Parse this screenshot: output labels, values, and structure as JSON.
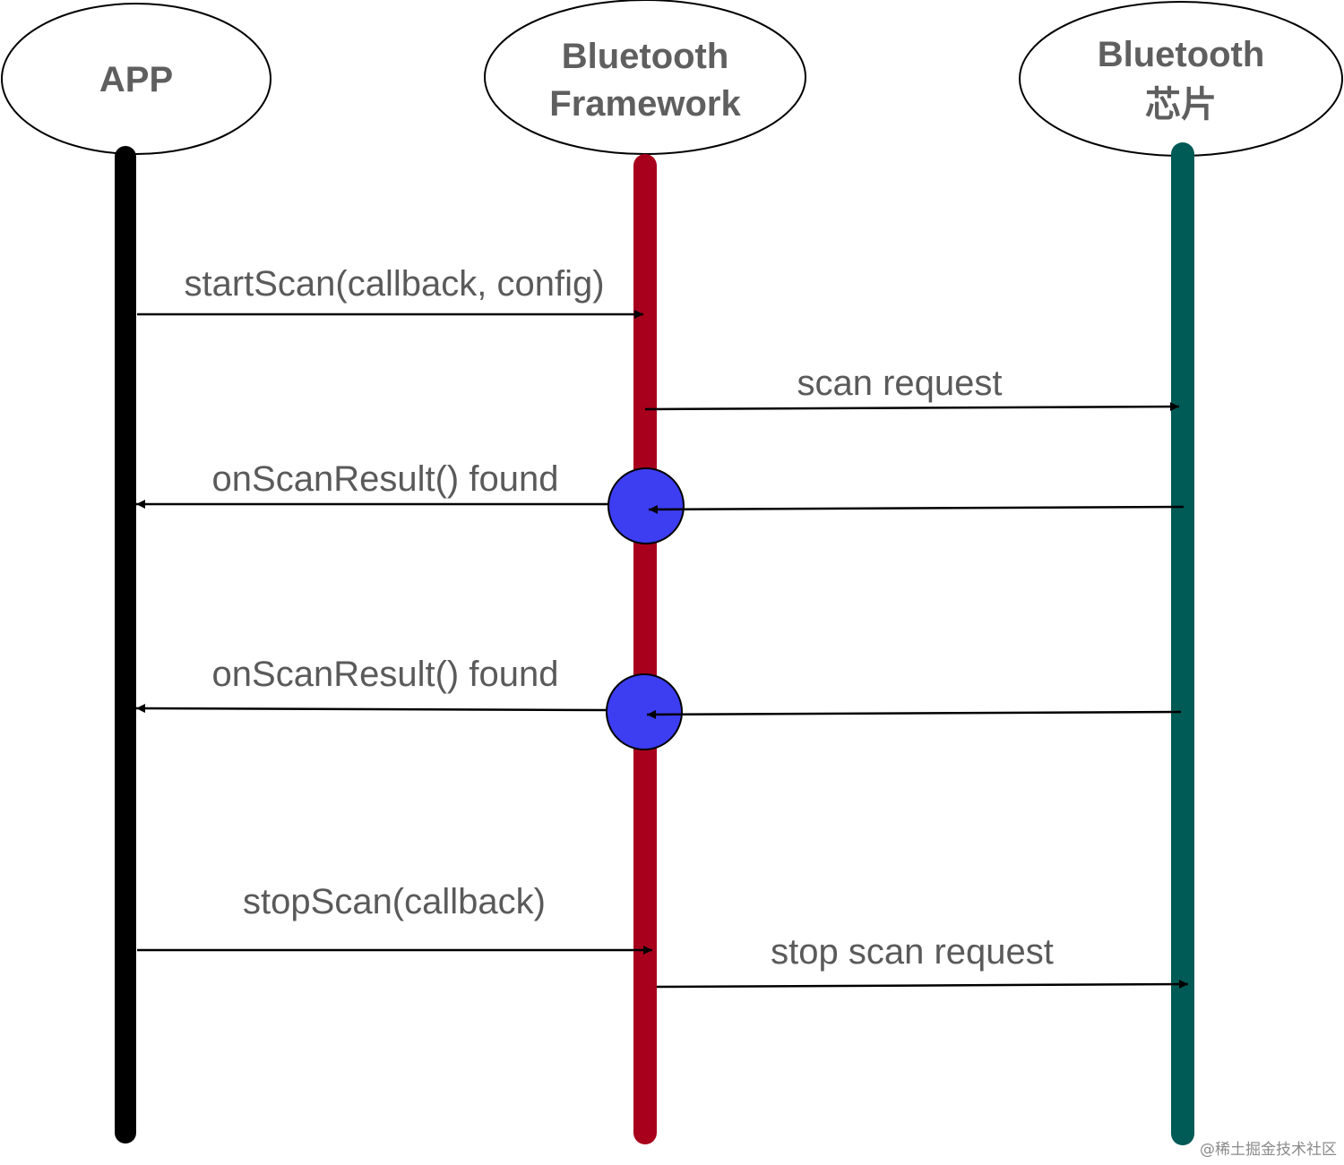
{
  "actors": {
    "app": {
      "title": "APP",
      "line_color": "#000000"
    },
    "framework": {
      "title_line1": "Bluetooth",
      "title_line2": "Framework",
      "line_color": "#a8001c"
    },
    "chip": {
      "title_line1": "Bluetooth",
      "title_line2": "芯片",
      "line_color": "#005a55"
    }
  },
  "messages": {
    "start_scan": "startScan(callback, config)",
    "scan_request": "scan request",
    "result_1": "onScanResult() found",
    "result_2": "onScanResult() found",
    "stop_scan": "stopScan(callback)",
    "stop_scan_request": "stop scan request"
  },
  "activation_color": "#3d3df2",
  "watermark": "@稀土掘金技术社区"
}
